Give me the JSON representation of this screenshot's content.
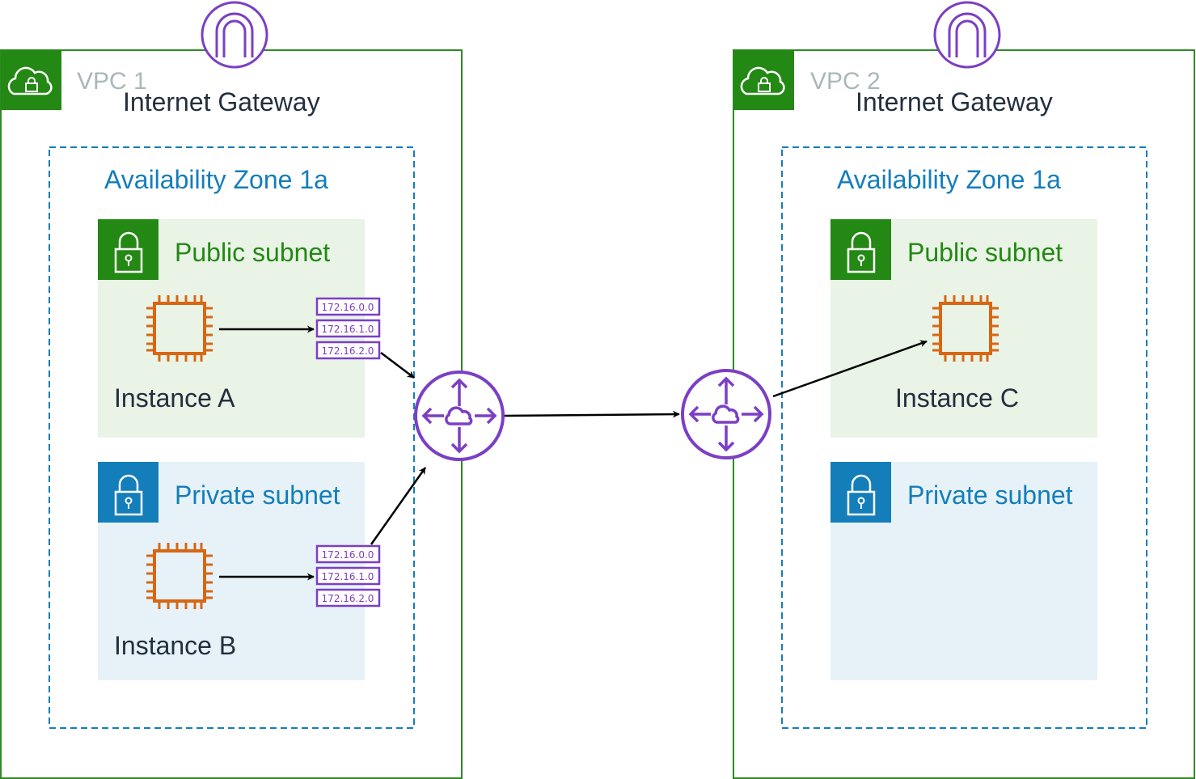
{
  "colors": {
    "vpc_border": "#2e8b24",
    "vpc_header": "#248814",
    "az_border": "#147eba",
    "public_fill": "#e9f3e6",
    "private_fill": "#e6f2f8",
    "private_header": "#147eba",
    "ec2": "#d86613",
    "router": "#7b3fc4"
  },
  "vpcs": [
    {
      "label": "VPC 1",
      "gateway_label": "Internet Gateway",
      "az_label": "Availability Zone 1a",
      "public_subnet": {
        "label": "Public subnet",
        "instance_label": "Instance A",
        "route_table": [
          "172.16.0.0",
          "172.16.1.0",
          "172.16.2.0"
        ]
      },
      "private_subnet": {
        "label": "Private subnet",
        "instance_label": "Instance B",
        "route_table": [
          "172.16.0.0",
          "172.16.1.0",
          "172.16.2.0"
        ]
      }
    },
    {
      "label": "VPC 2",
      "gateway_label": "Internet Gateway",
      "az_label": "Availability Zone 1a",
      "public_subnet": {
        "label": "Public subnet",
        "instance_label": "Instance C"
      },
      "private_subnet": {
        "label": "Private subnet"
      }
    }
  ],
  "icons": {
    "vpc": "vpc-cloud-lock-icon",
    "gateway": "internet-gateway-icon",
    "subnet": "padlock-icon",
    "instance": "ec2-instance-icon",
    "route_table": "route-table-icon",
    "router": "router-icon"
  }
}
